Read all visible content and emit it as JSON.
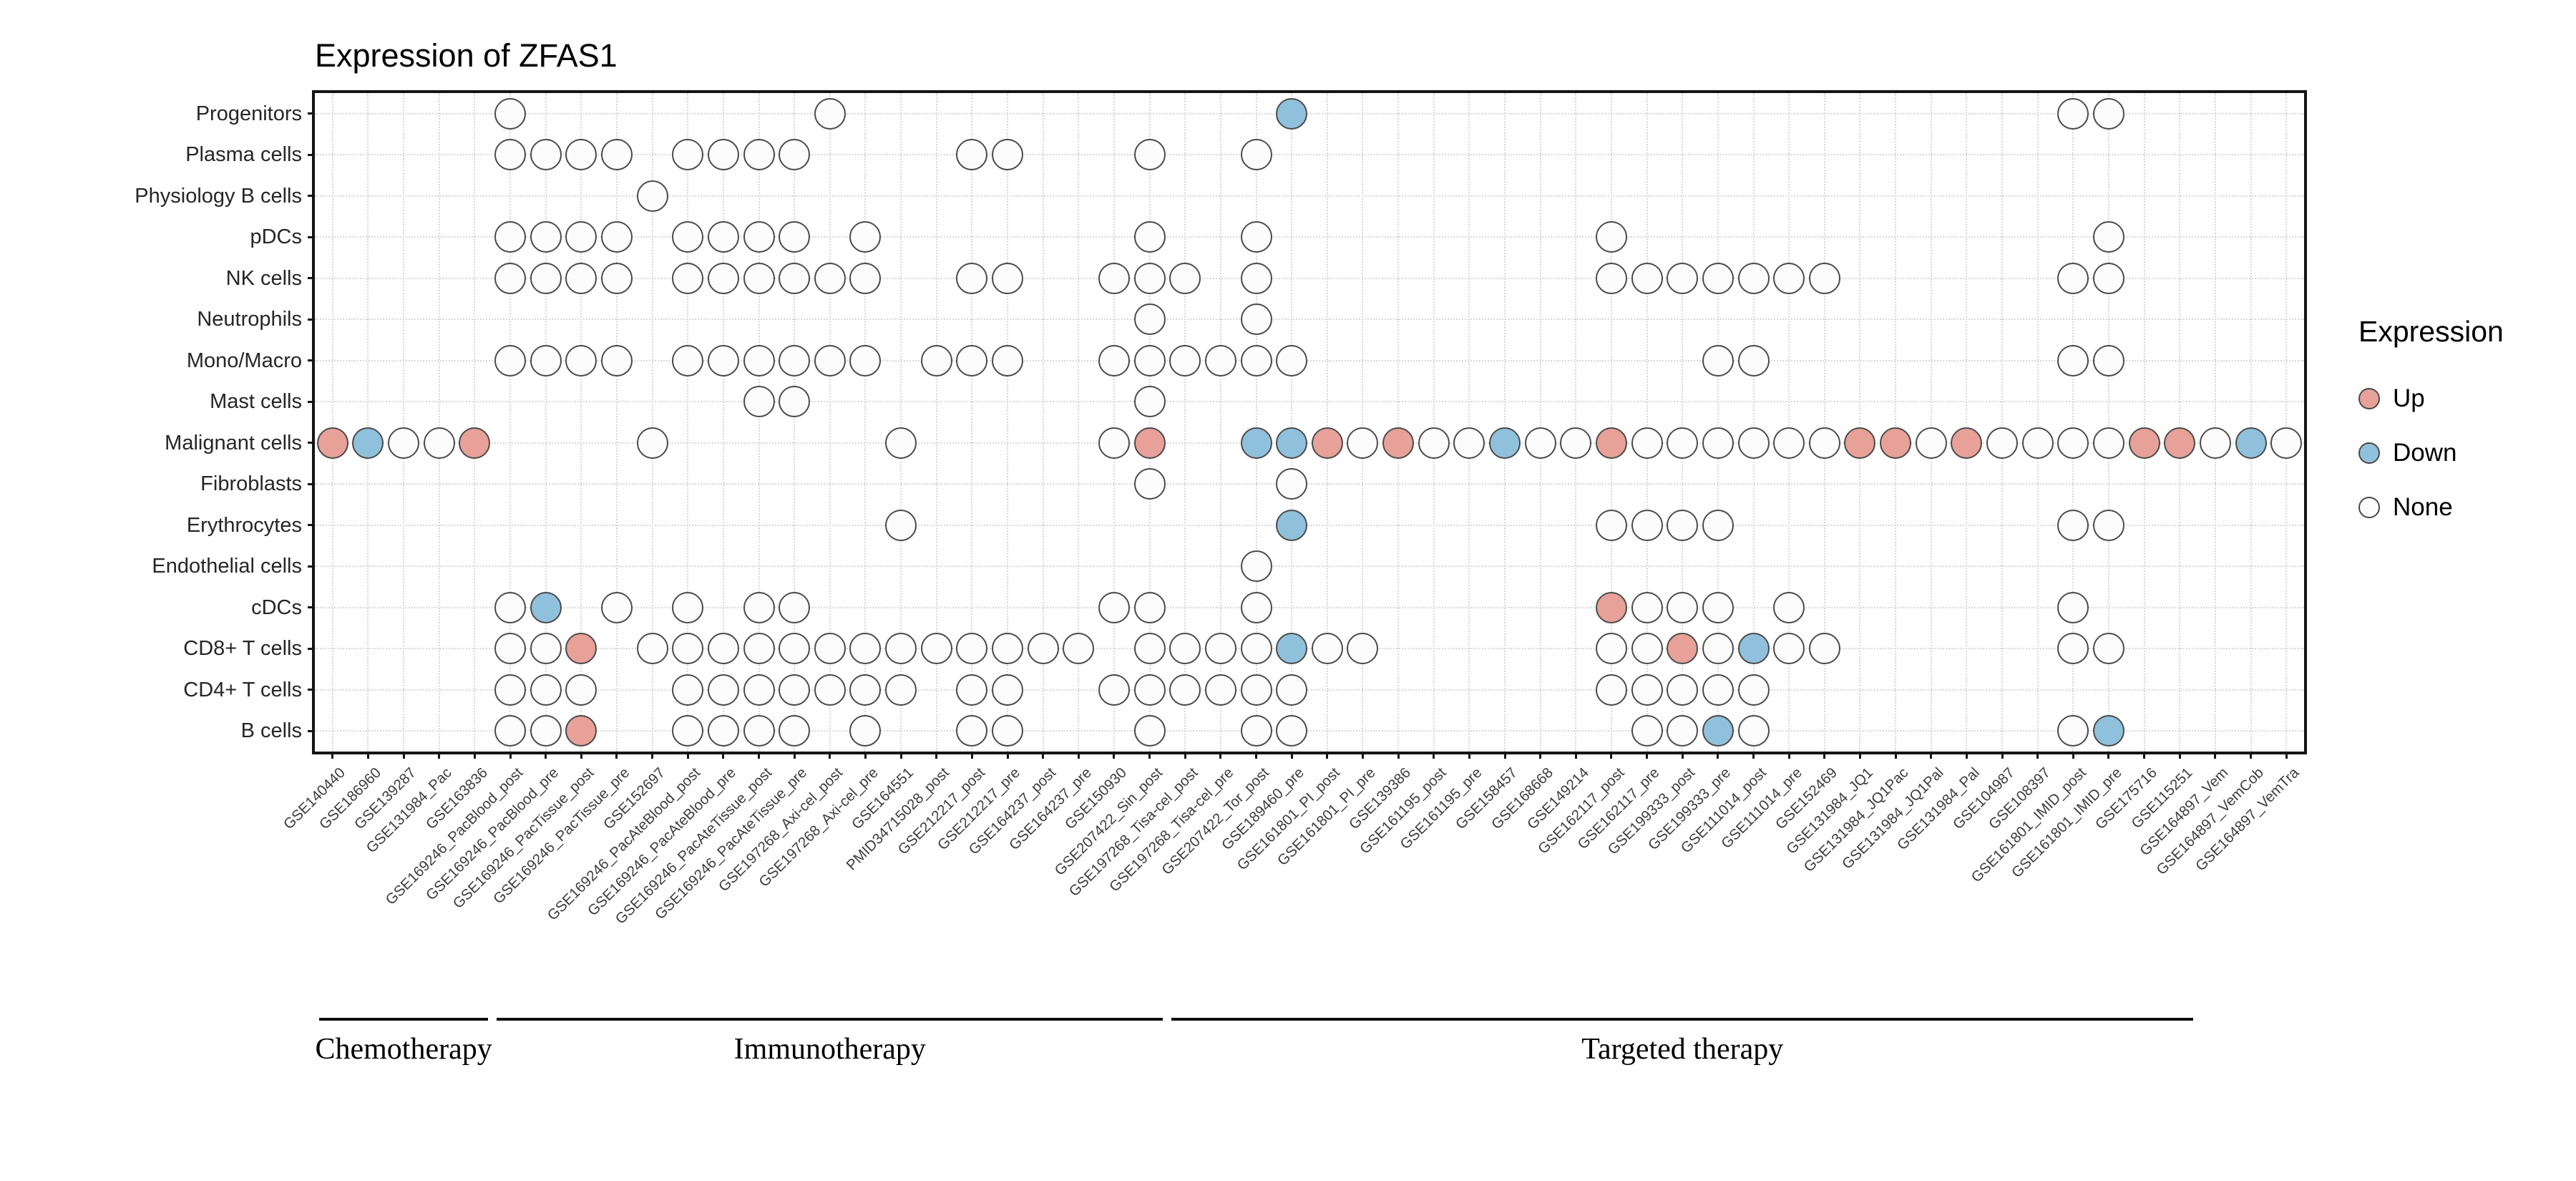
{
  "title": "Expression of ZFAS1",
  "legend": {
    "title": "Expression",
    "items": [
      {
        "label": "Up",
        "key": "up"
      },
      {
        "label": "Down",
        "key": "down"
      },
      {
        "label": "None",
        "key": "none"
      }
    ]
  },
  "colors": {
    "up": "#E7A199",
    "down": "#90C1DC",
    "none": "#FCFCFC",
    "stroke": "#4a4a4a",
    "grid": "#d8d8d8",
    "axis": "#141414"
  },
  "chart_data": {
    "type": "heatmap",
    "title": "Expression of ZFAS1",
    "legend_title": "Expression",
    "legend_position": "right",
    "grid": true,
    "x_label_rotation_deg": 45,
    "col_index_base": 1,
    "value_labels": [
      "Up",
      "Down",
      "None"
    ],
    "rows": [
      "Progenitors",
      "Plasma cells",
      "Physiology B cells",
      "pDCs",
      "NK cells",
      "Neutrophils",
      "Mono/Macro",
      "Mast cells",
      "Malignant cells",
      "Fibroblasts",
      "Erythrocytes",
      "Endothelial cells",
      "cDCs",
      "CD8+ T cells",
      "CD4+ T cells",
      "B cells"
    ],
    "columns": [
      "GSE140440",
      "GSE186960",
      "GSE139287",
      "GSE131984_Pac",
      "GSE163836",
      "GSE169246_PacBlood_post",
      "GSE169246_PacBlood_pre",
      "GSE169246_PacTissue_post",
      "GSE169246_PacTissue_pre",
      "GSE152697",
      "GSE169246_PacAteBlood_post",
      "GSE169246_PacAteBlood_pre",
      "GSE169246_PacAteTissue_post",
      "GSE169246_PacAteTissue_pre",
      "GSE197268_Axi-cel_post",
      "GSE197268_Axi-cel_pre",
      "GSE164551",
      "PMID34715028_post",
      "GSE212217_post",
      "GSE212217_pre",
      "GSE164237_post",
      "GSE164237_pre",
      "GSE150930",
      "GSE207422_Sin_post",
      "GSE197268_Tisa-cel_post",
      "GSE197268_Tisa-cel_pre",
      "GSE207422_Tor_post",
      "GSE189460_pre",
      "GSE161801_PI_post",
      "GSE161801_PI_pre",
      "GSE139386",
      "GSE161195_post",
      "GSE161195_pre",
      "GSE158457",
      "GSE168668",
      "GSE149214",
      "GSE162117_post",
      "GSE162117_pre",
      "GSE199333_post",
      "GSE199333_pre",
      "GSE111014_post",
      "GSE111014_pre",
      "GSE152469",
      "GSE131984_JQ1",
      "GSE131984_JQ1Pac",
      "GSE131984_JQ1Pal",
      "GSE131984_Pal",
      "GSE104987",
      "GSE108397",
      "GSE161801_IMID_post",
      "GSE161801_IMID_pre",
      "GSE175716",
      "GSE115251",
      "GSE164897_Vem",
      "GSE164897_VemCob",
      "GSE164897_VemTra"
    ],
    "points": [
      {
        "row": "Progenitors",
        "up": [],
        "down": [
          28
        ],
        "none": [
          6,
          15,
          50,
          51
        ]
      },
      {
        "row": "Plasma cells",
        "up": [],
        "down": [],
        "none": [
          6,
          7,
          8,
          9,
          11,
          12,
          13,
          14,
          19,
          20,
          24,
          27
        ]
      },
      {
        "row": "Physiology B cells",
        "up": [],
        "down": [],
        "none": [
          10
        ]
      },
      {
        "row": "pDCs",
        "up": [],
        "down": [],
        "none": [
          6,
          7,
          8,
          9,
          11,
          12,
          13,
          14,
          16,
          24,
          27,
          37,
          51
        ]
      },
      {
        "row": "NK cells",
        "up": [],
        "down": [],
        "none": [
          6,
          7,
          8,
          9,
          11,
          12,
          13,
          14,
          15,
          16,
          19,
          20,
          23,
          24,
          25,
          27,
          37,
          38,
          39,
          40,
          41,
          42,
          43,
          50,
          51
        ]
      },
      {
        "row": "Neutrophils",
        "up": [],
        "down": [],
        "none": [
          24,
          27
        ]
      },
      {
        "row": "Mono/Macro",
        "up": [],
        "down": [],
        "none": [
          6,
          7,
          8,
          9,
          11,
          12,
          13,
          14,
          15,
          16,
          18,
          19,
          20,
          23,
          24,
          25,
          26,
          27,
          28,
          40,
          41,
          50,
          51
        ]
      },
      {
        "row": "Mast cells",
        "up": [],
        "down": [],
        "none": [
          13,
          14,
          24
        ]
      },
      {
        "row": "Malignant cells",
        "up": [
          1,
          5,
          24,
          29,
          31,
          37,
          44,
          45,
          47,
          52,
          53
        ],
        "down": [
          2,
          27,
          28,
          34,
          55
        ],
        "none": [
          3,
          4,
          10,
          17,
          23,
          30,
          32,
          33,
          35,
          36,
          38,
          39,
          40,
          41,
          42,
          43,
          46,
          48,
          49,
          50,
          51,
          54,
          56
        ]
      },
      {
        "row": "Fibroblasts",
        "up": [],
        "down": [],
        "none": [
          24,
          28
        ]
      },
      {
        "row": "Erythrocytes",
        "up": [],
        "down": [
          28
        ],
        "none": [
          17,
          37,
          38,
          39,
          40,
          50,
          51
        ]
      },
      {
        "row": "Endothelial cells",
        "up": [],
        "down": [],
        "none": [
          27
        ]
      },
      {
        "row": "cDCs",
        "up": [
          37
        ],
        "down": [
          7
        ],
        "none": [
          6,
          9,
          11,
          13,
          14,
          23,
          24,
          27,
          38,
          39,
          40,
          42,
          50
        ]
      },
      {
        "row": "CD8+ T cells",
        "up": [
          8,
          39
        ],
        "down": [
          28,
          41
        ],
        "none": [
          6,
          7,
          10,
          11,
          12,
          13,
          14,
          15,
          16,
          17,
          18,
          19,
          20,
          21,
          22,
          24,
          25,
          26,
          27,
          29,
          30,
          37,
          38,
          40,
          42,
          43,
          50,
          51
        ]
      },
      {
        "row": "CD4+ T cells",
        "up": [],
        "down": [],
        "none": [
          6,
          7,
          8,
          11,
          12,
          13,
          14,
          15,
          16,
          17,
          19,
          20,
          23,
          24,
          25,
          26,
          27,
          28,
          37,
          38,
          39,
          40,
          41
        ]
      },
      {
        "row": "B cells",
        "up": [
          8
        ],
        "down": [
          40,
          51
        ],
        "none": [
          6,
          7,
          11,
          12,
          13,
          14,
          16,
          19,
          20,
          24,
          27,
          28,
          38,
          39,
          41,
          50
        ]
      }
    ],
    "groups": [
      {
        "label": "Chemotherapy",
        "col_start": 1,
        "col_end": 5
      },
      {
        "label": "Immunotherapy",
        "col_start": 6,
        "col_end": 24
      },
      {
        "label": "Targeted therapy",
        "col_start": 25,
        "col_end": 53
      }
    ]
  }
}
